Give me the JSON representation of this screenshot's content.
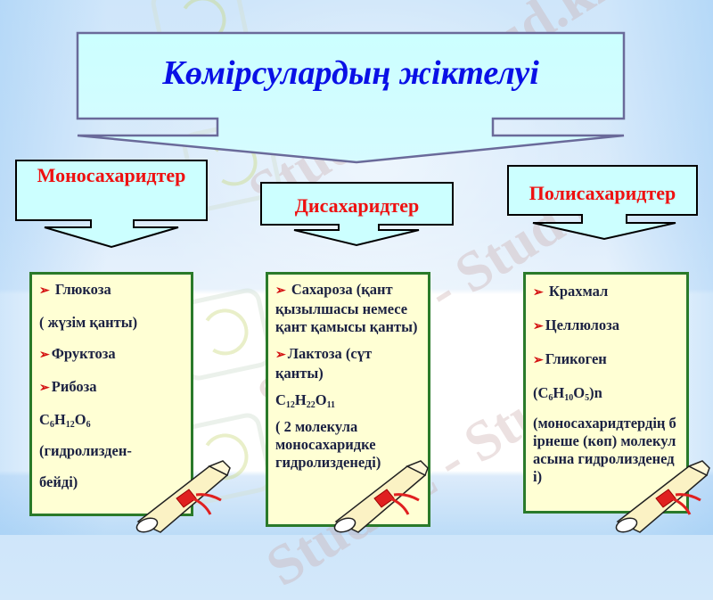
{
  "slide": {
    "title": "Көмірсулардың жіктелуі",
    "colors": {
      "title_text": "#0a10e6",
      "category_text": "#ee1111",
      "callout_fill": "#ccffff",
      "content_fill": "#ffffd4",
      "content_border": "#2a7a2a",
      "content_text": "#1b2142",
      "bullet": "#d41010"
    },
    "watermark": "Stud.kz - Stud.kz",
    "categories": [
      {
        "label": "Моносахаридтер",
        "items": [
          {
            "bullet": "➢",
            "text": " Глюкоза"
          },
          {
            "bullet": "",
            "text": "( жүзім қанты)"
          },
          {
            "bullet": "➢",
            "text": "Фруктоза"
          },
          {
            "bullet": "➢",
            "text": "Рибоза"
          },
          {
            "bullet": "",
            "text": "C6H12O6",
            "formula": [
              "C",
              "6",
              "H",
              "12",
              "O",
              "6"
            ]
          },
          {
            "bullet": "",
            "text": "(гидролизден-"
          },
          {
            "bullet": "",
            "text": "бейді)"
          }
        ]
      },
      {
        "label": "Дисахаридтер",
        "items": [
          {
            "bullet": "➢",
            "text": " Сахароза (қант қызылшасы немесе қант қамысы қанты)"
          },
          {
            "bullet": "➢",
            "text": "Лактоза (сүт қанты)"
          },
          {
            "bullet": "",
            "text": "C12H22O11",
            "formula": [
              "C",
              "12",
              "H",
              "22",
              "O",
              "11"
            ]
          },
          {
            "bullet": "",
            "text": "( 2 молекула моносахаридке гидролизденеді)"
          }
        ]
      },
      {
        "label": "Полисахаридтер",
        "items": [
          {
            "bullet": "➢",
            "text": " Крахмал"
          },
          {
            "bullet": "➢",
            "text": "Целлюлоза"
          },
          {
            "bullet": "➢",
            "text": "Гликоген"
          },
          {
            "bullet": "",
            "text": " (C6H10O5)n",
            "formula": [
              "(C",
              "6",
              "H",
              "10",
              "O",
              "5",
              ")n"
            ]
          },
          {
            "bullet": "",
            "text": "(моносахаридтердің бірнеше (көп) молекуласына гидролизденеді)"
          }
        ]
      }
    ],
    "decorations": [
      "scroll-icon",
      "scroll-icon",
      "scroll-icon"
    ]
  }
}
